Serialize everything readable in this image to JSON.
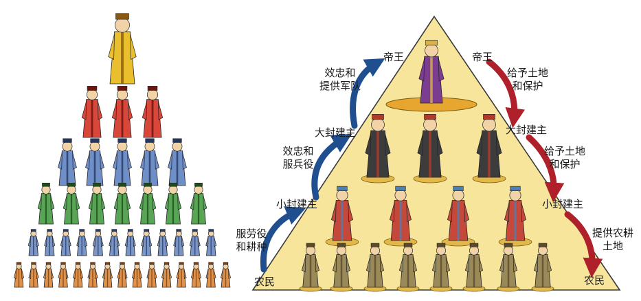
{
  "diagram": {
    "left_pyramid": {
      "tiers": [
        {
          "count": 1,
          "robe": "#e9bf2e",
          "accent": "#8a5a10",
          "figure": "emperor-figure"
        },
        {
          "count": 3,
          "robe": "#d8473a",
          "accent": "#6b1410",
          "figure": "noble-figure"
        },
        {
          "count": 5,
          "robe": "#6f8fc9",
          "accent": "#26375e",
          "figure": "official-figure"
        },
        {
          "count": 7,
          "robe": "#58a655",
          "accent": "#1f4e1d",
          "figure": "scholar-figure"
        },
        {
          "count": 12,
          "robe": "#7a95c8",
          "accent": "#2b3d66",
          "figure": "worker-figure"
        },
        {
          "count": 15,
          "robe": "#e0924a",
          "accent": "#7a3f12",
          "figure": "peasant-figure"
        }
      ]
    },
    "right_pyramid": {
      "fill": "#f6e59a",
      "stroke": "#3a3a3a",
      "levels": [
        {
          "count": 1,
          "figure": "king-figure",
          "robe": "#7b3d8f",
          "accent": "#d9b24a"
        },
        {
          "count": 3,
          "figure": "great-lord-figure",
          "robe": "#3c3c3c",
          "accent": "#b33a2a"
        },
        {
          "count": 4,
          "figure": "knight-figure",
          "robe": "#c5483a",
          "accent": "#4f7fb0"
        },
        {
          "count": 8,
          "figure": "farmer-figure",
          "robe": "#9a8a5a",
          "accent": "#5a4a2a"
        }
      ]
    },
    "left_labels": {
      "emperor": "帝王",
      "great_lord": "大封建主",
      "small_lord": "小封建主",
      "peasant": "农民"
    },
    "right_labels": {
      "emperor": "帝王",
      "great_lord": "大封建主",
      "small_lord": "小封建主",
      "peasant": "农民"
    },
    "upward_relations": [
      "效忠和\n提供军队",
      "效忠和\n服兵役",
      "服劳役\n和耕种"
    ],
    "downward_relations": [
      "给予土地\n和保护",
      "给予土地\n和保护",
      "提供农耕\n土地"
    ],
    "colors": {
      "up_arrow": "#1f4f8f",
      "down_arrow": "#b0202a"
    }
  }
}
